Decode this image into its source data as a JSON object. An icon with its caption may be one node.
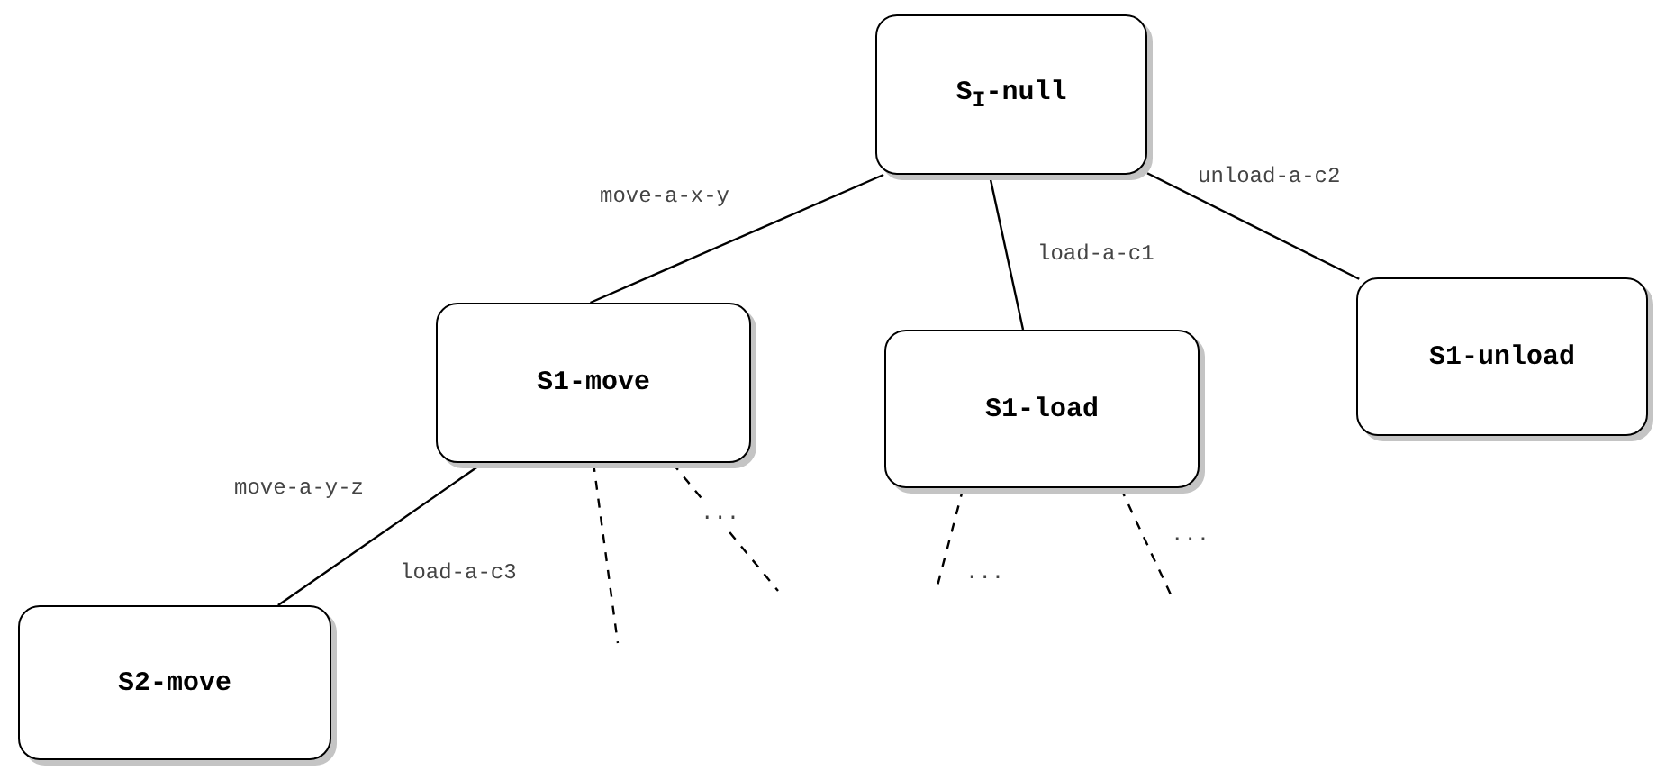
{
  "diagram": {
    "nodes": [
      {
        "text": [
          "S$_{I}$-null"
        ]
      },
      {
        "text": [
          "S1-move"
        ]
      },
      {
        "text": [
          "S1-load"
        ]
      },
      {
        "text": [
          "S1-unload"
        ]
      },
      {
        "text": [
          "S2-move"
        ]
      }
    ],
    "edges": [
      {
        "from": 0,
        "to": 1,
        "arrow": "none",
        "label": "move-a-x-y"
      },
      {
        "from": 0,
        "to": 2,
        "arrow": "none",
        "label": "load-a-c1"
      },
      {
        "from": 0,
        "to": 3,
        "arrow": "none",
        "label": "unload-a-c2"
      },
      {
        "from": 1,
        "to": 4,
        "arrow": "none",
        "label": "move-a-y-z"
      },
      {
        "from": 1,
        "to": null,
        "arrow": "none",
        "style": "dashed",
        "label": "load-a-c3"
      },
      {
        "from": 1,
        "to": null,
        "arrow": "none",
        "style": "dashed"
      },
      {
        "from": 2,
        "to": null,
        "arrow": "none",
        "style": "dashed"
      },
      {
        "from": 2,
        "to": null,
        "arrow": "none",
        "style": "dashed"
      }
    ],
    "labels": [
      "...",
      "...",
      "..."
    ]
  }
}
